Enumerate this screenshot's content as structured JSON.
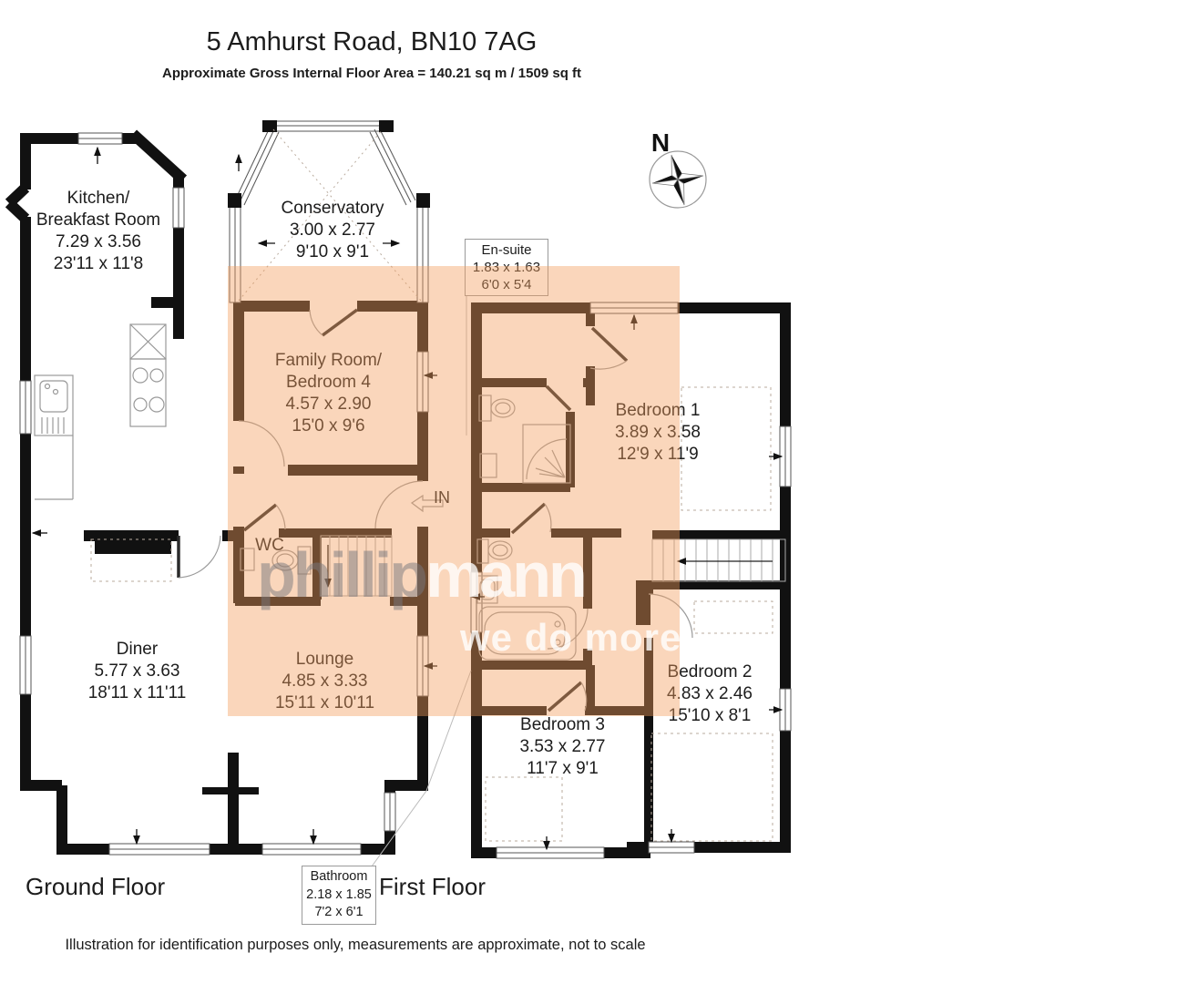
{
  "header": {
    "title": "5 Amhurst Road, BN10 7AG",
    "subtitle": "Approximate Gross Internal Floor Area = 140.21 sq m / 1509 sq ft"
  },
  "floors": {
    "ground": "Ground Floor",
    "first": "First Floor"
  },
  "rooms": {
    "kitchen": {
      "name": "Kitchen/\nBreakfast Room",
      "metric": "7.29 x 3.56",
      "imperial": "23'11 x 11'8"
    },
    "conservatory": {
      "name": "Conservatory",
      "metric": "3.00 x 2.77",
      "imperial": "9'10 x 9'1"
    },
    "ensuite": {
      "name": "En-suite",
      "metric": "1.83 x 1.63",
      "imperial": "6'0 x 5'4"
    },
    "family_room": {
      "name": "Family Room/\nBedroom 4",
      "metric": "4.57 x 2.90",
      "imperial": "15'0 x 9'6"
    },
    "bedroom1": {
      "name": "Bedroom 1",
      "metric": "3.89 x 3.58",
      "imperial": "12'9 x 11'9"
    },
    "wc": {
      "name": "WC"
    },
    "diner": {
      "name": "Diner",
      "metric": "5.77 x 3.63",
      "imperial": "18'11 x 11'11"
    },
    "lounge": {
      "name": "Lounge",
      "metric": "4.85 x 3.33",
      "imperial": "15'11 x 10'11"
    },
    "bedroom2": {
      "name": "Bedroom 2",
      "metric": "4.83 x 2.46",
      "imperial": "15'10 x 8'1"
    },
    "bedroom3": {
      "name": "Bedroom 3",
      "metric": "3.53 x 2.77",
      "imperial": "11'7 x 9'1"
    },
    "bathroom": {
      "name": "Bathroom",
      "metric": "2.18 x 1.85",
      "imperial": "7'2 x 6'1"
    }
  },
  "entrance": {
    "label": "IN"
  },
  "compass": {
    "north": "N"
  },
  "watermark": {
    "brand_gray": "phillip",
    "brand_white": "mann",
    "tagline": "we do more"
  },
  "footer": {
    "disclaimer": "Illustration for identification purposes only, measurements are approximate, not to scale"
  },
  "colors": {
    "highlight": "#F49E5C",
    "wall": "#111111"
  }
}
